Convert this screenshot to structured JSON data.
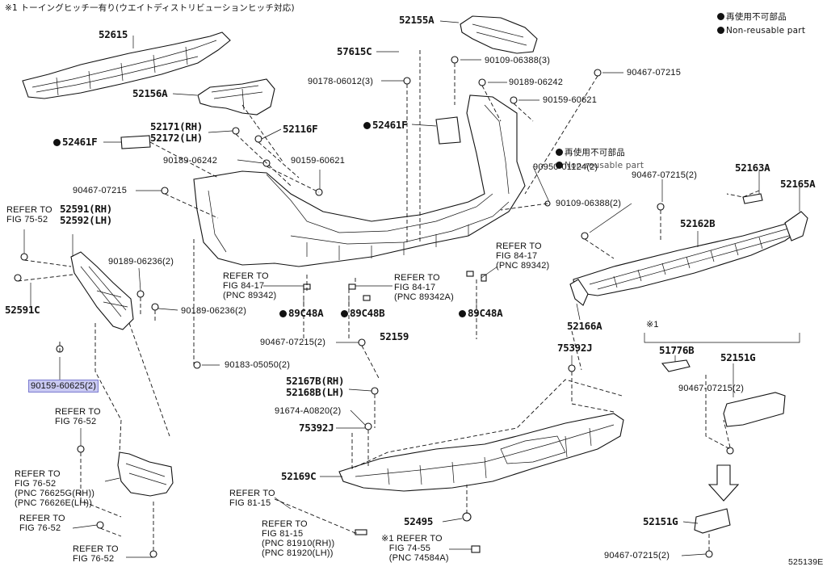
{
  "note_top": "※1 トーイングヒッチ一有り(ウエイトディストリビューションヒッチ対応)",
  "legend": {
    "jp": "再使用不可部品",
    "en": "Non-reusable part"
  },
  "legend2": {
    "jp": "再使用不可部品",
    "en": "Non-reusable part"
  },
  "fig_id": "525139E",
  "labels": {
    "l52615": "52615",
    "l52155A": "52155A",
    "l57615C": "57615C",
    "l90109a": "90109-06388(3)",
    "l90178": "90178-06012(3)",
    "l90189a": "90189-06242",
    "l90467a": "90467-07215",
    "l90159a": "90159-60621",
    "l52156A": "52156A",
    "l52171": "52171(RH)",
    "l52172": "52172(LH)",
    "l52116F": "52116F",
    "l52461Fa": "52461F",
    "l52461Fb": "52461F",
    "l90189b": "90189-06242",
    "l90159b": "90159-60621",
    "l90467b": "90467-07215",
    "l90950": "90950-01124(2)",
    "l90467c": "90467-07215(2)",
    "l52163A": "52163A",
    "l52165A": "52165A",
    "l90109b": "90109-06388(2)",
    "l52162B": "52162B",
    "lref7552a": "REFER TO",
    "lref7552b": "FIG 75-52",
    "l52591": "52591(RH)",
    "l52592": "52592(LH)",
    "l90189c": "90189-06236(2)",
    "l90189d": "90189-06236(2)",
    "l52591C": "52591C",
    "lref8417a1": "REFER TO",
    "lref8417a2": "FIG 84-17",
    "lref8417a3": "(PNC 89342)",
    "lref8417b1": "REFER TO",
    "lref8417b2": "FIG 84-17",
    "lref8417b3": "(PNC 89342A)",
    "lref8417c1": "REFER TO",
    "lref8417c2": "FIG 84-17",
    "lref8417c3": "(PNC 89342)",
    "l89C48Aa": "89C48A",
    "l89C48B": "89C48B",
    "l89C48Ab": "89C48A",
    "l52166A": "52166A",
    "l90467d": "90467-07215(2)",
    "l52159": "52159",
    "l90159c": "90159-60625(2)",
    "l90183": "90183-05050(2)",
    "l75392Ja": "75392J",
    "lmark1": "※1",
    "l51776B": "51776B",
    "l52151Ga": "52151G",
    "l90467e": "90467-07215(2)",
    "l52167B": "52167B(RH)",
    "l52168B": "52168B(LH)",
    "l91674": "91674-A0820(2)",
    "l75392Jb": "75392J",
    "lref7652a1": "REFER TO",
    "lref7652a2": "FIG 76-52",
    "lref76b1": "REFER TO",
    "lref76b2": "FIG 76-52",
    "lref76b3": "(PNC 76625G(RH))",
    "lref76b4": "(PNC 76626E(LH))",
    "lref76c1": "REFER TO",
    "lref76c2": "FIG 76-52",
    "lref76d1": "REFER TO",
    "lref76d2": "FIG 76-52",
    "l52169C": "52169C",
    "lref8115a1": "REFER TO",
    "lref8115a2": "FIG 81-15",
    "lref8115b1": "REFER TO",
    "lref8115b2": "FIG 81-15",
    "lref8115b3": "(PNC 81910(RH))",
    "lref8115b4": "(PNC 81920(LH))",
    "l52495": "52495",
    "lref7455a": "※1 REFER TO",
    "lref7455b": "FIG 74-55",
    "lref7455c": "(PNC 74584A)",
    "l52151Gb": "52151G",
    "l90467f": "90467-07215(2)"
  }
}
